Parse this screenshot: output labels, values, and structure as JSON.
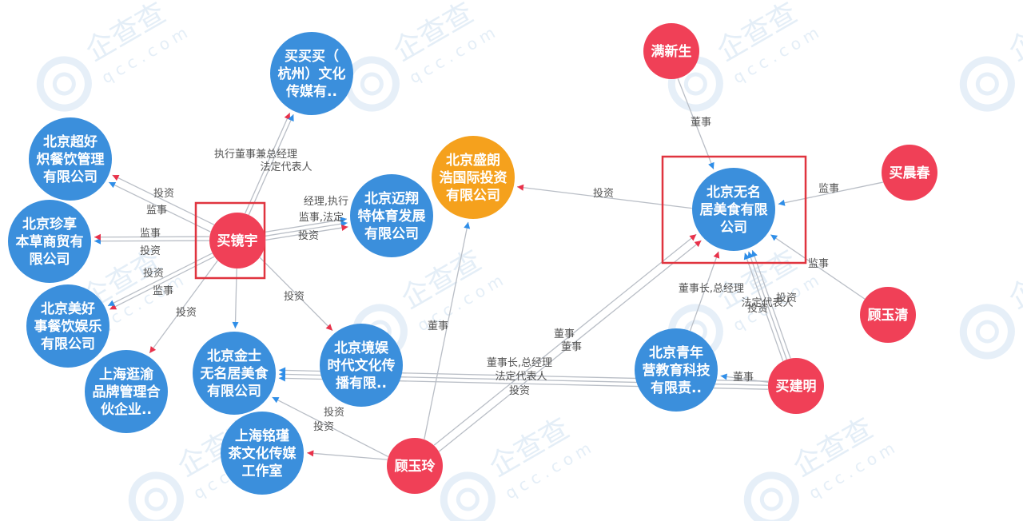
{
  "colors": {
    "company": "#3b8fdc",
    "person": "#f04057",
    "highlight_company": "#f5a11d",
    "edge": "#b9bec6",
    "arrow_blue": "#2f8ee8",
    "arrow_red": "#e8324a",
    "focus_box": "#e0343f",
    "watermark": "#e6eff8"
  },
  "watermark": {
    "brand": "企查查",
    "domain": "qcc.com"
  },
  "nodes": [
    {
      "id": "maimaimai",
      "kind": "company",
      "lines": [
        "买买买（",
        "杭州）文化",
        "传媒有.."
      ]
    },
    {
      "id": "chaohao",
      "kind": "company",
      "lines": [
        "北京超好",
        "炽餐饮管理",
        "有限公司"
      ]
    },
    {
      "id": "zhenxiang",
      "kind": "company",
      "lines": [
        "北京珍享",
        "本草商贸有",
        "限公司"
      ]
    },
    {
      "id": "meihao",
      "kind": "company",
      "lines": [
        "北京美好",
        "事餐饮娱乐",
        "有限公司"
      ]
    },
    {
      "id": "shanghai_yu",
      "kind": "company",
      "lines": [
        "上海逛渝",
        "品牌管理合",
        "伙企业.."
      ]
    },
    {
      "id": "jinshi",
      "kind": "company",
      "lines": [
        "北京金士",
        "无名居美食",
        "有限公司"
      ]
    },
    {
      "id": "minglu",
      "kind": "company",
      "lines": [
        "上海铭瑾",
        "茶文化传媒",
        "工作室"
      ]
    },
    {
      "id": "jingyu",
      "kind": "company",
      "lines": [
        "北京境娱",
        "时代文化传",
        "播有限.."
      ]
    },
    {
      "id": "maixiang",
      "kind": "company",
      "lines": [
        "北京迈翔",
        "特体育发展",
        "有限公司"
      ]
    },
    {
      "id": "shenglang",
      "kind": "highlight",
      "lines": [
        "北京盛朗",
        "浩国际投资",
        "有限公司"
      ]
    },
    {
      "id": "wuming",
      "kind": "company",
      "lines": [
        "北京无名",
        "居美食有限",
        "公司"
      ]
    },
    {
      "id": "qingnian",
      "kind": "company",
      "lines": [
        "北京青年",
        "营教育科技",
        "有限责.."
      ]
    },
    {
      "id": "maijingyu",
      "kind": "person",
      "lines": [
        "买镜宇"
      ]
    },
    {
      "id": "manxinsheng",
      "kind": "person",
      "lines": [
        "满新生"
      ]
    },
    {
      "id": "maichenchun",
      "kind": "person",
      "lines": [
        "买晨春"
      ]
    },
    {
      "id": "guyuqing",
      "kind": "person",
      "lines": [
        "顾玉清"
      ]
    },
    {
      "id": "maijianming",
      "kind": "person",
      "lines": [
        "买建明"
      ]
    },
    {
      "id": "guyuling",
      "kind": "person",
      "lines": [
        "顾玉玲"
      ]
    }
  ],
  "edge_labels": [
    "执行董事兼总经理",
    "法定代表人",
    "投资",
    "监事",
    "监事",
    "投资",
    "投资",
    "监事",
    "投资",
    "经理,执行",
    "监事,法定",
    "投资",
    "投资",
    "董事",
    "监事",
    "监事",
    "董事",
    "投资",
    "董事长,总经理",
    "投资",
    "法定代表人",
    "投资",
    "董事长,总经理",
    "法定代表人",
    "投资",
    "董事",
    "董事",
    "投资",
    "投资"
  ],
  "focus_boxes": [
    "maijingyu",
    "wuming"
  ]
}
